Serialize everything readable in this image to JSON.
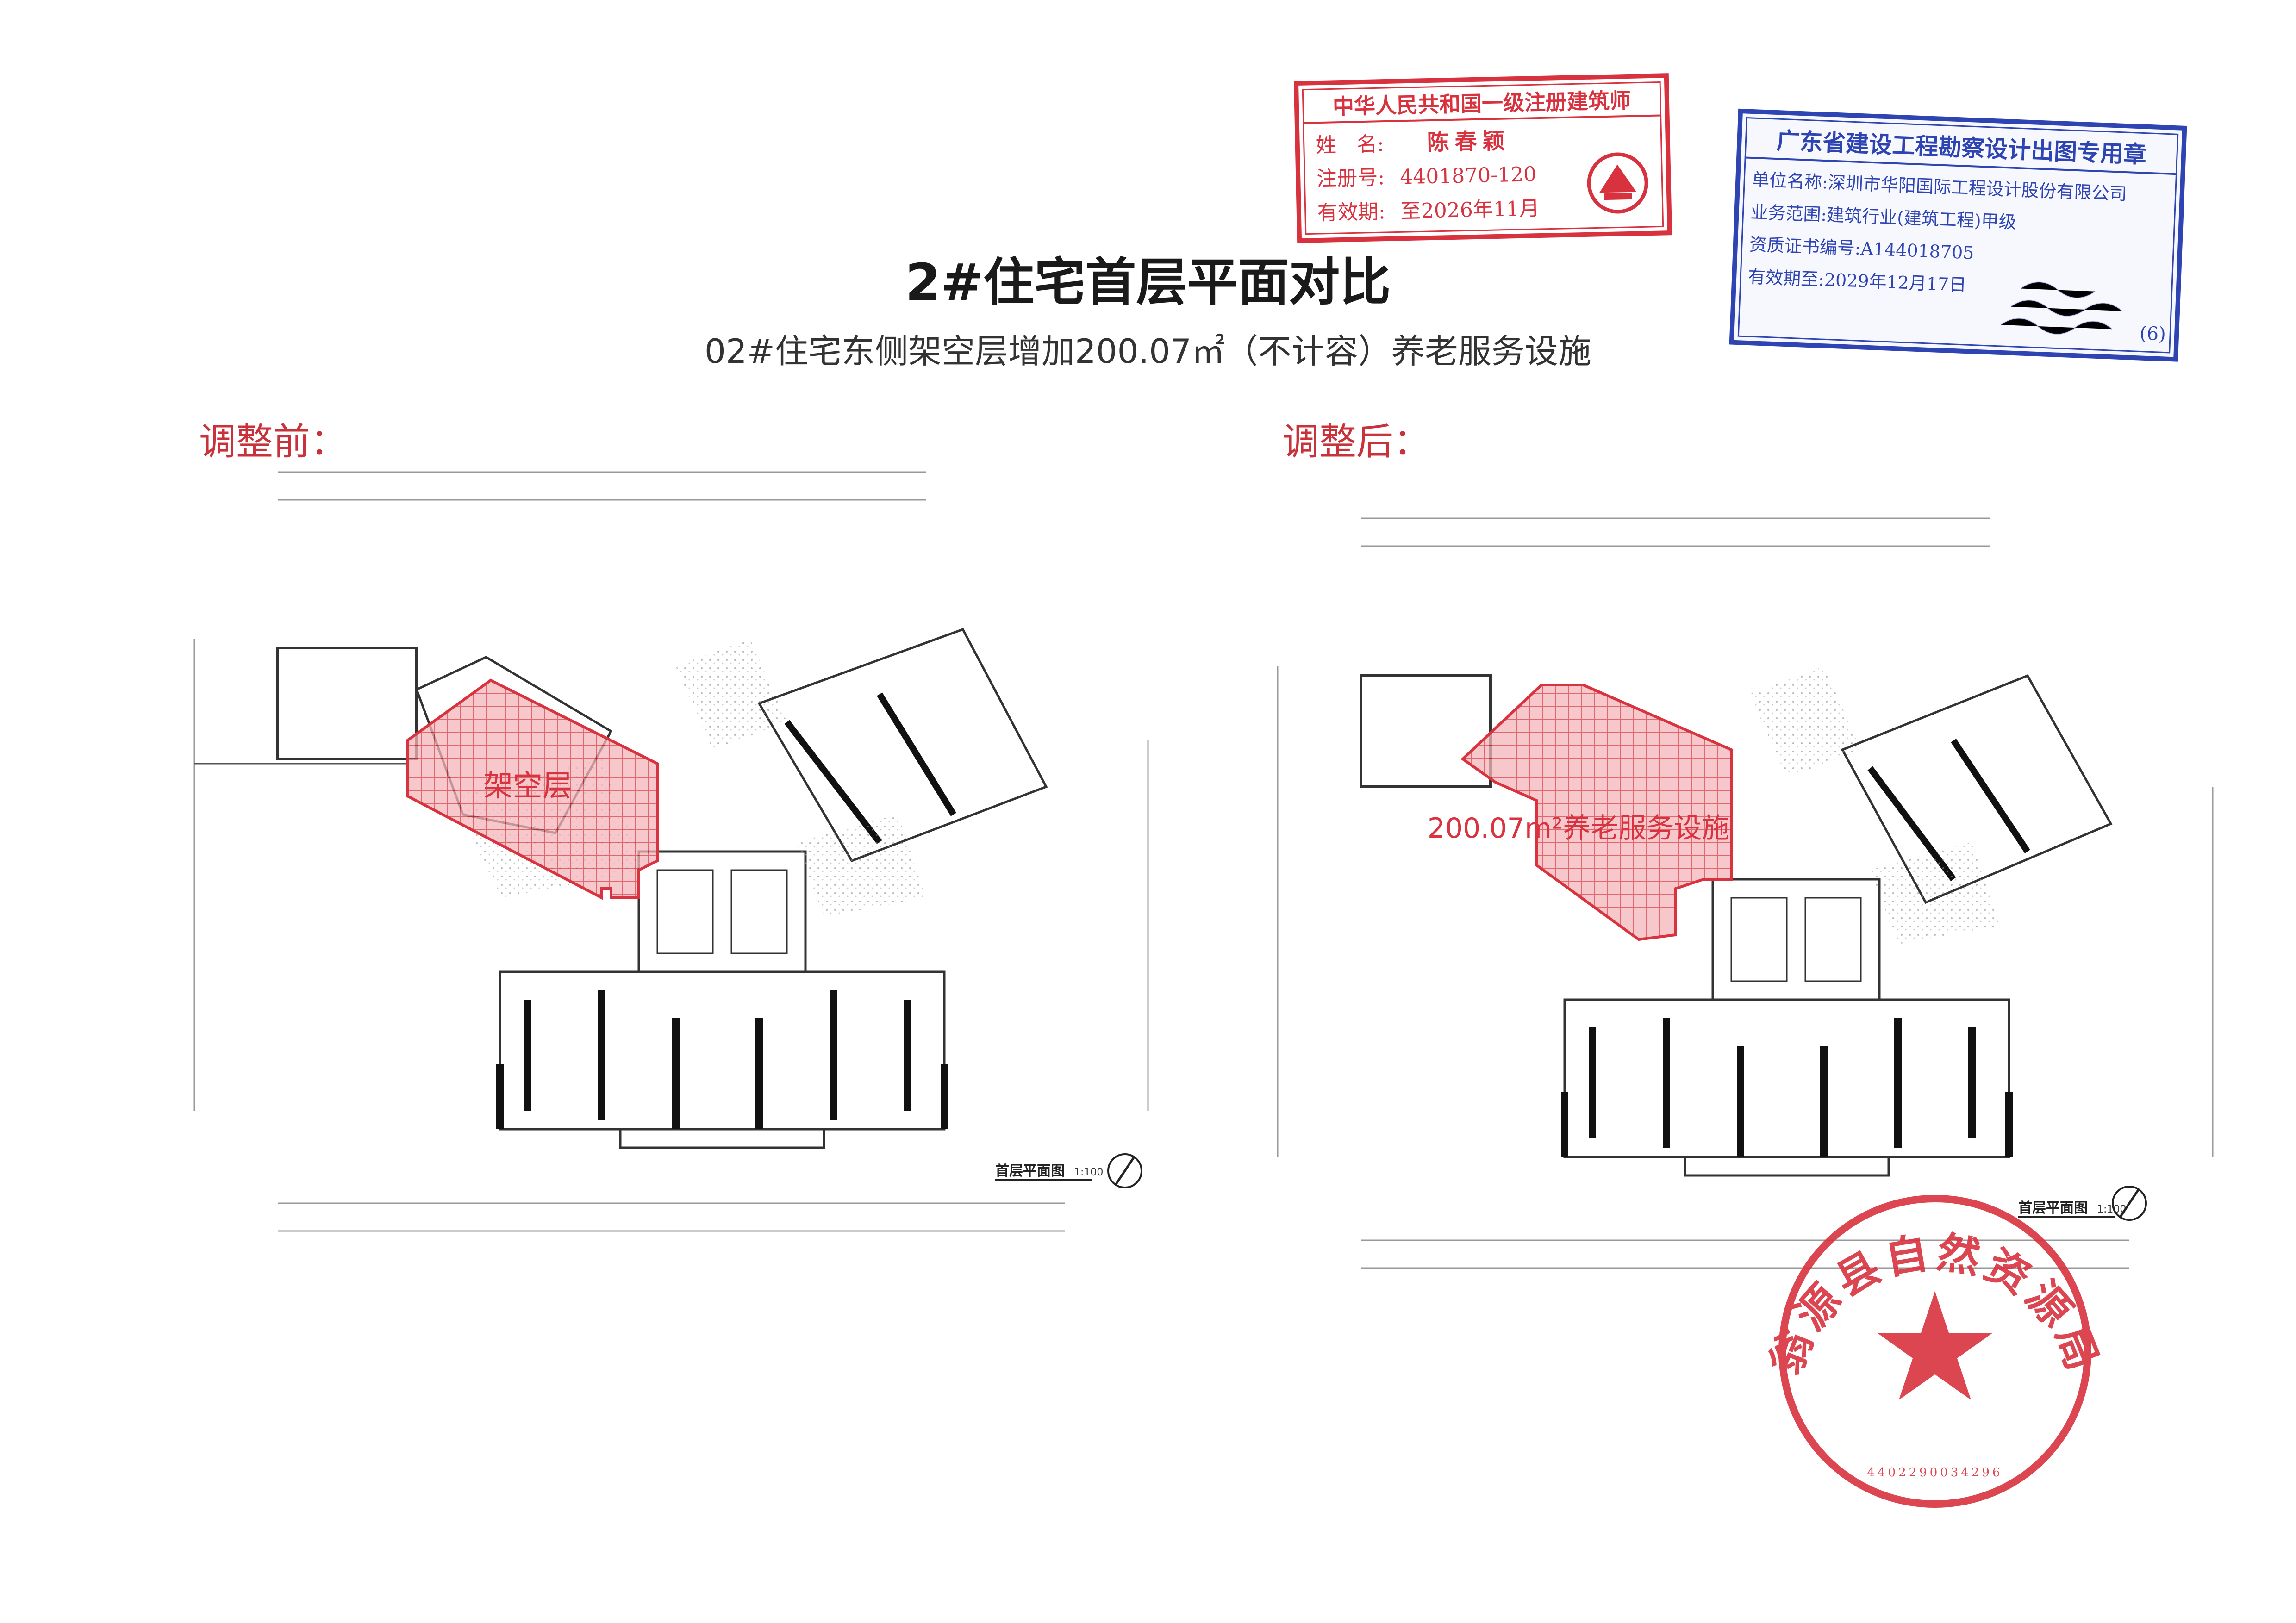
{
  "title": "2#住宅首层平面对比",
  "subtitle": "02#住宅东侧架空层增加200.07㎡（不计容）养老服务设施",
  "before": {
    "label": "调整前：",
    "highlight_label": "架空层",
    "plan_title": "首层平面图",
    "plan_scale": "1:100"
  },
  "after": {
    "label": "调整后：",
    "highlight_label": "200.07m²养老服务设施",
    "plan_title": "首层平面图",
    "plan_scale": "1:100"
  },
  "stamp_architect": {
    "header": "中华人民共和国一级注册建筑师",
    "name_key": "姓　名:",
    "name_val": "陈春颖",
    "reg_key": "注册号:",
    "reg_val": "4401870-120",
    "valid_key": "有效期:",
    "valid_val": "至2026年11月"
  },
  "stamp_design": {
    "header": "广东省建设工程勘察设计出图专用章",
    "unit": "单位名称:深圳市华阳国际工程设计股份有限公司",
    "scope": "业务范围:建筑行业(建筑工程)甲级",
    "cert": "资质证书编号:A144018705",
    "valid": "有效期至:2029年12月17日",
    "num": "(6)"
  },
  "stamp_round": {
    "text": "翁源县自然资源局",
    "code": "4402290034296"
  },
  "colors": {
    "accent_red": "#d9333f",
    "hatch_red": "#e25a63",
    "stamp_red": "#d8323f",
    "stamp_blue": "#2e44b3",
    "title_label_red": "#c8333b"
  }
}
